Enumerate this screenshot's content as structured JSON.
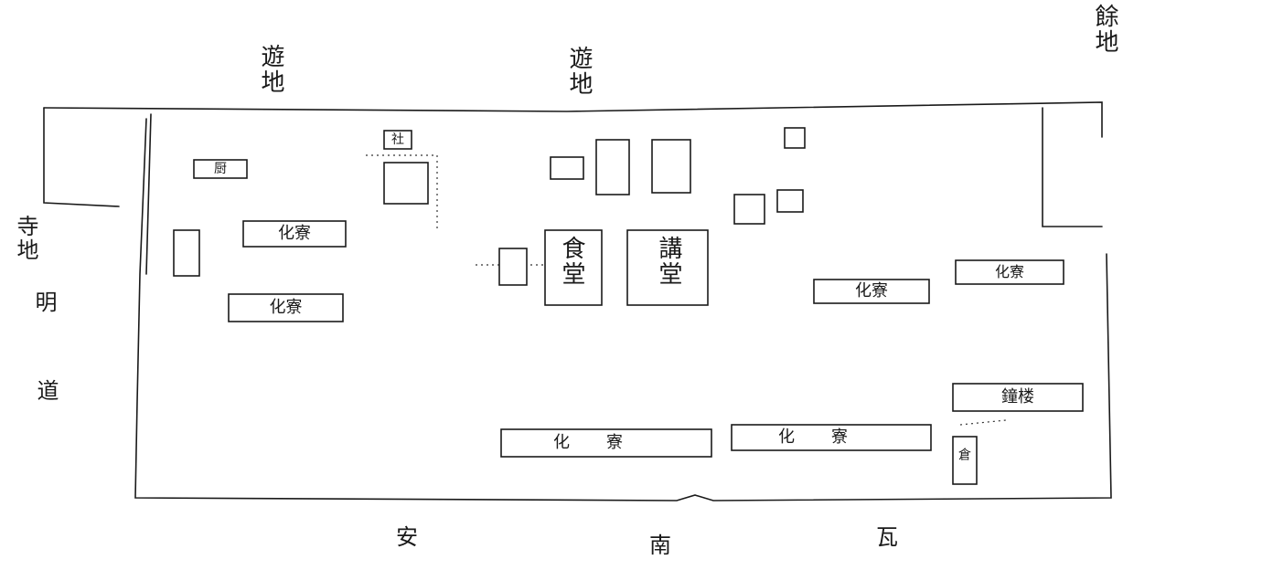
{
  "edges": {
    "top_left": "遊地",
    "top_mid": "遊地",
    "right_top": "餘地",
    "bottom_left": "安",
    "bottom_mid": "南",
    "bottom_right": "瓦",
    "left_col1": "寺地",
    "left_col2": "明",
    "left_col3": "道"
  },
  "buildings": {
    "lecture_hall": "講堂",
    "dining_hall": "食堂",
    "dormitory": "化寮",
    "kitchen": "厨",
    "small_shrine": "社",
    "bell_tower": "鐘楼",
    "storehouse": "倉"
  }
}
